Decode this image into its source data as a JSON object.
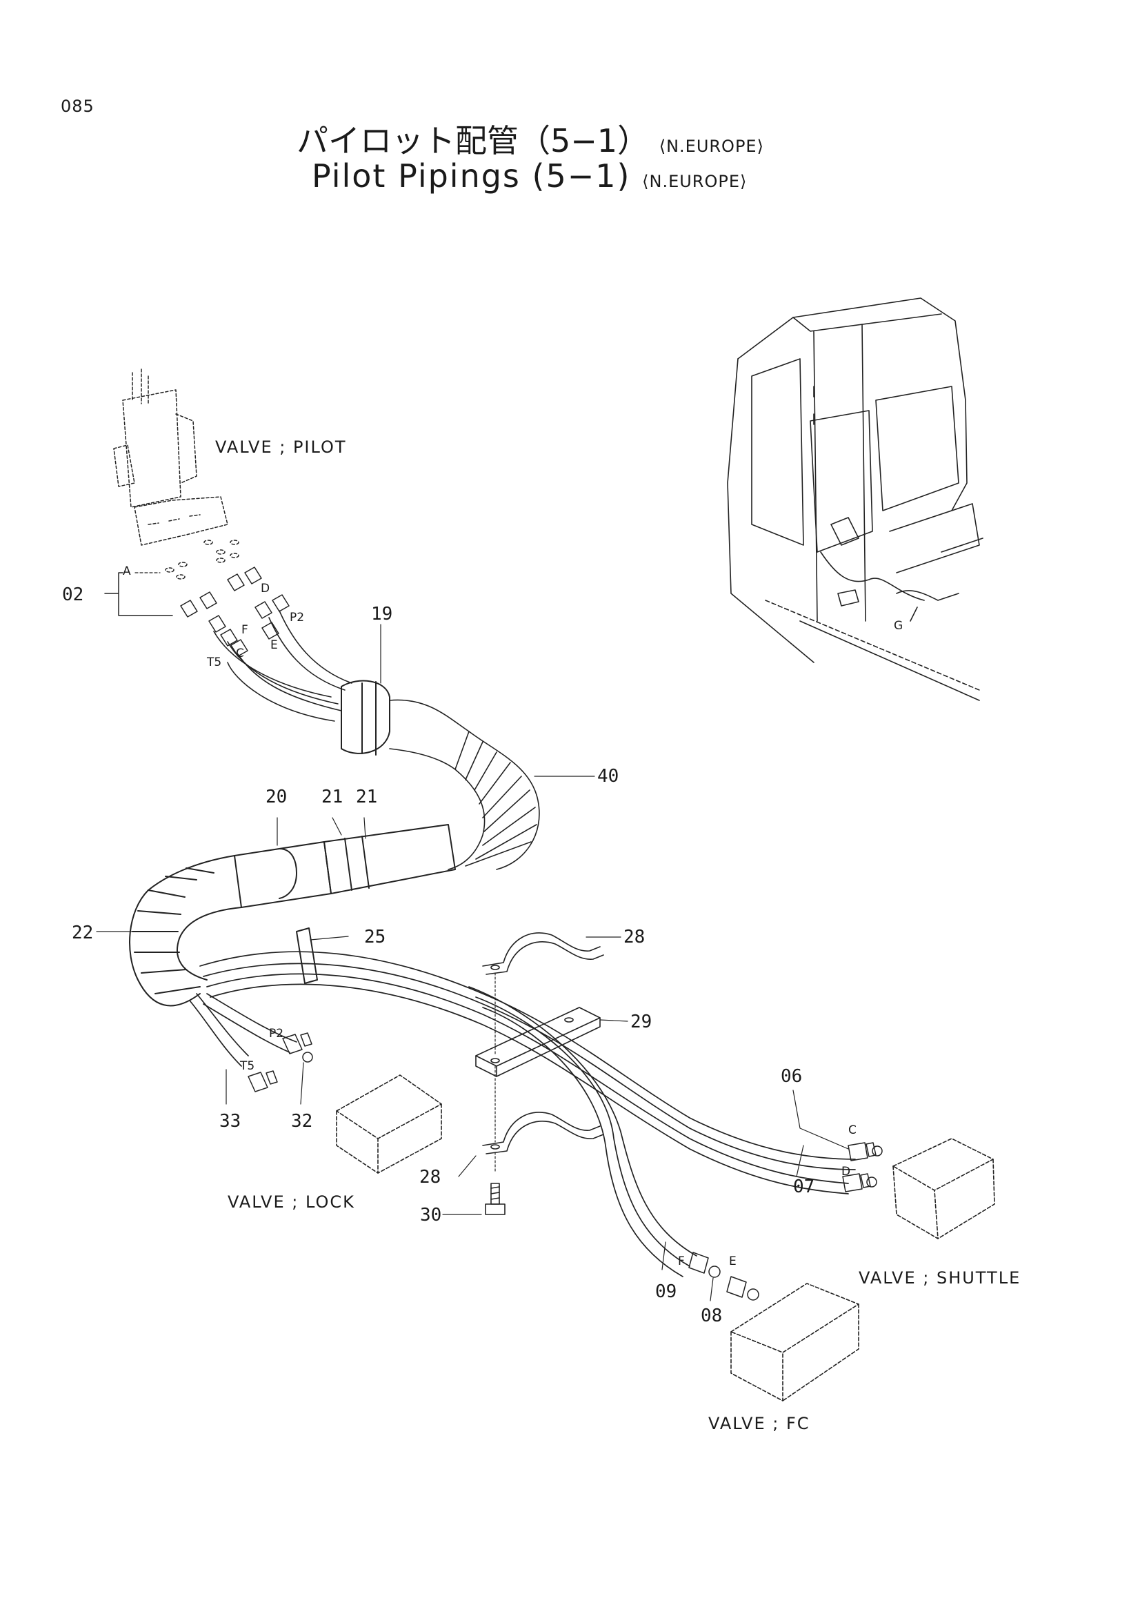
{
  "page_number": "085",
  "title_jp": "パイロット配管（5−1）",
  "title_en": "Pilot Pipings (5−1)",
  "region": "⟨N.EUROPE⟩",
  "components": {
    "valve_pilot": "VALVE ; PILOT",
    "valve_lock": "VALVE ; LOCK",
    "valve_shuttle": "VALVE ; SHUTTLE",
    "valve_fc": "VALVE ; FC"
  },
  "callouts": {
    "c02": "02",
    "c19": "19",
    "c40": "40",
    "c20": "20",
    "c21a": "21",
    "c21b": "21",
    "c22": "22",
    "c25": "25",
    "c28a": "28",
    "c29": "29",
    "c06": "06",
    "c07": "07",
    "c33": "33",
    "c32": "32",
    "c28b": "28",
    "c30": "30",
    "c09": "09",
    "c08": "08"
  },
  "ports": {
    "A": "A",
    "D": "D",
    "P2": "P2",
    "F": "F",
    "E": "E",
    "T5": "T5",
    "C": "C",
    "P2_lock": "P2",
    "T5_lock": "T5",
    "C_shuttle": "C",
    "D_shuttle": "D",
    "F_fc": "F",
    "E_fc": "E",
    "G_cab": "G"
  }
}
